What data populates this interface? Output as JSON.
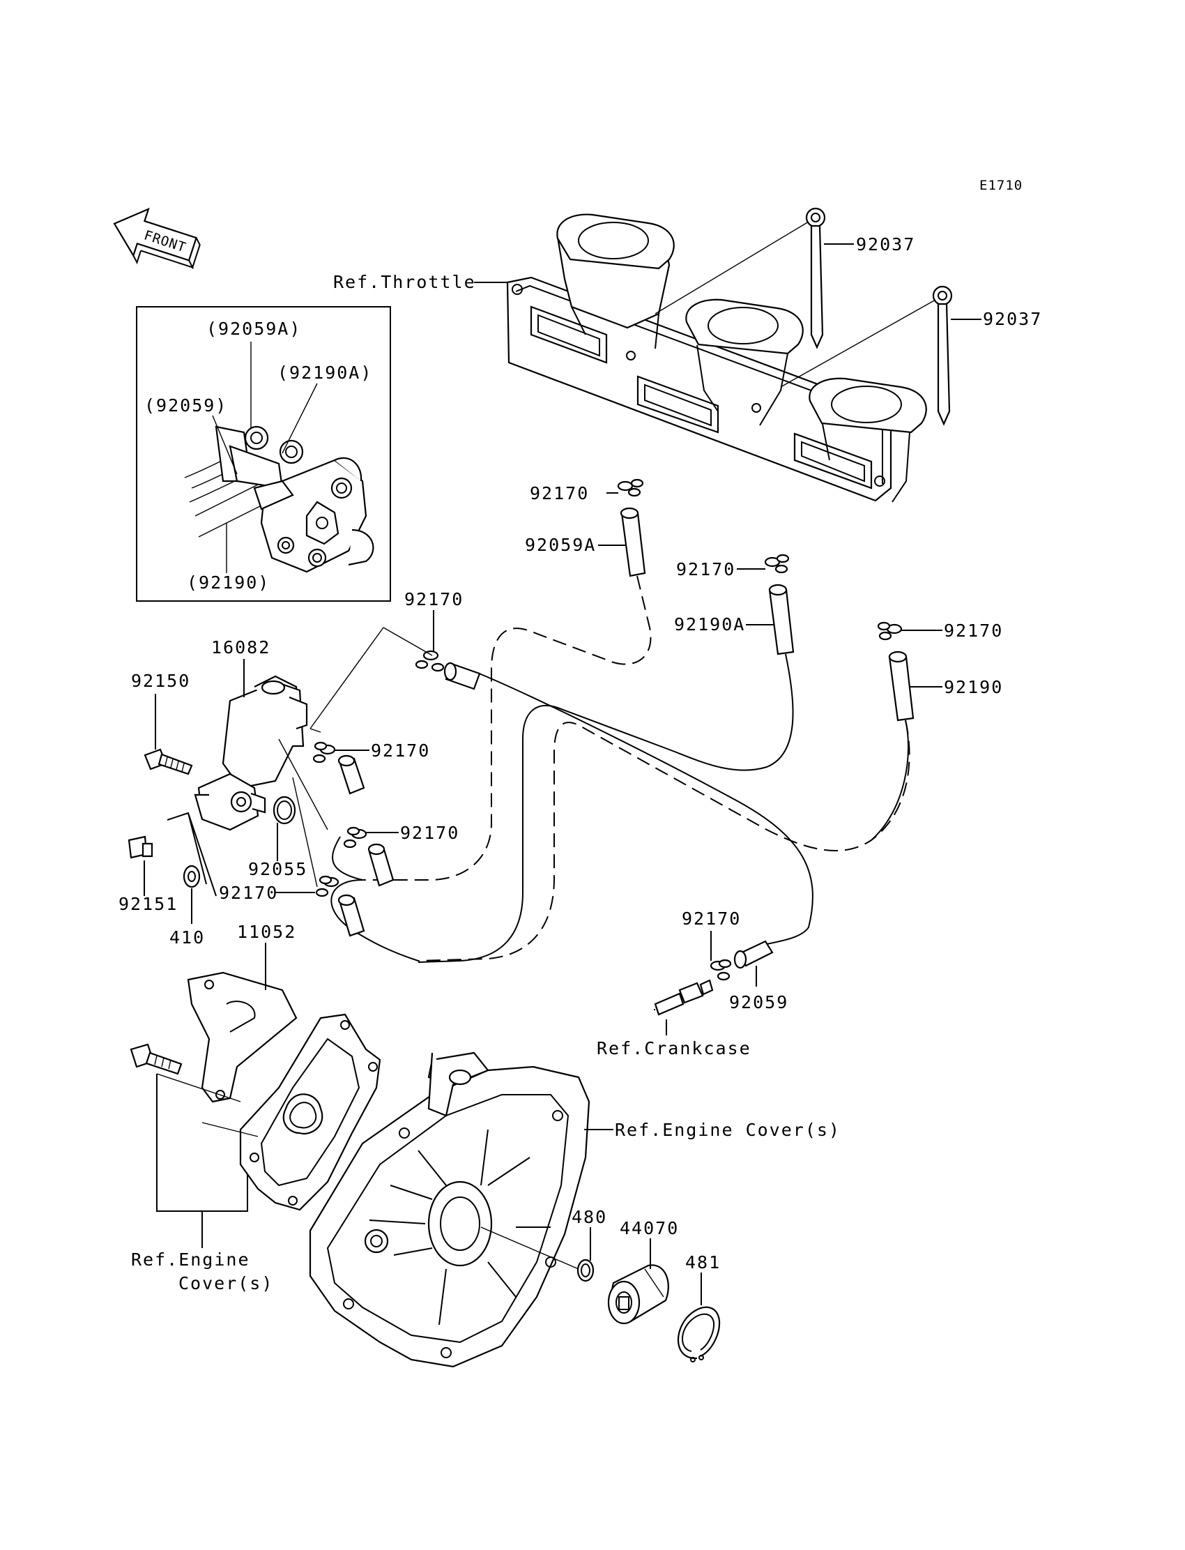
{
  "diagram_code": "E1710",
  "front_label": "FRONT",
  "labels": {
    "ref_throttle": "Ref.Throttle",
    "ref_crankcase": "Ref.Crankcase",
    "ref_engine_cover_right": "Ref.Engine Cover(s)",
    "ref_engine_line1": "Ref.Engine",
    "ref_engine_line2": "Cover(s)",
    "inset_92059A": "(92059A)",
    "inset_92190A": "(92190A)",
    "inset_92059": "(92059)",
    "inset_92190": "(92190)",
    "p92037_a": "92037",
    "p92037_b": "92037",
    "p92170_a": "92170",
    "p92059A": "92059A",
    "p92170_b": "92170",
    "p92190A": "92190A",
    "p92170_c": "92170",
    "p92190": "92190",
    "p92170_d": "92170",
    "p16082": "16082",
    "p92150": "92150",
    "p92170_e": "92170",
    "p92170_f": "92170",
    "p92055": "92055",
    "p92151": "92151",
    "p92170_g": "92170",
    "p410": "410",
    "p11052": "11052",
    "p92170_h": "92170",
    "p92059": "92059",
    "p480": "480",
    "p44070": "44070",
    "p481": "481"
  }
}
